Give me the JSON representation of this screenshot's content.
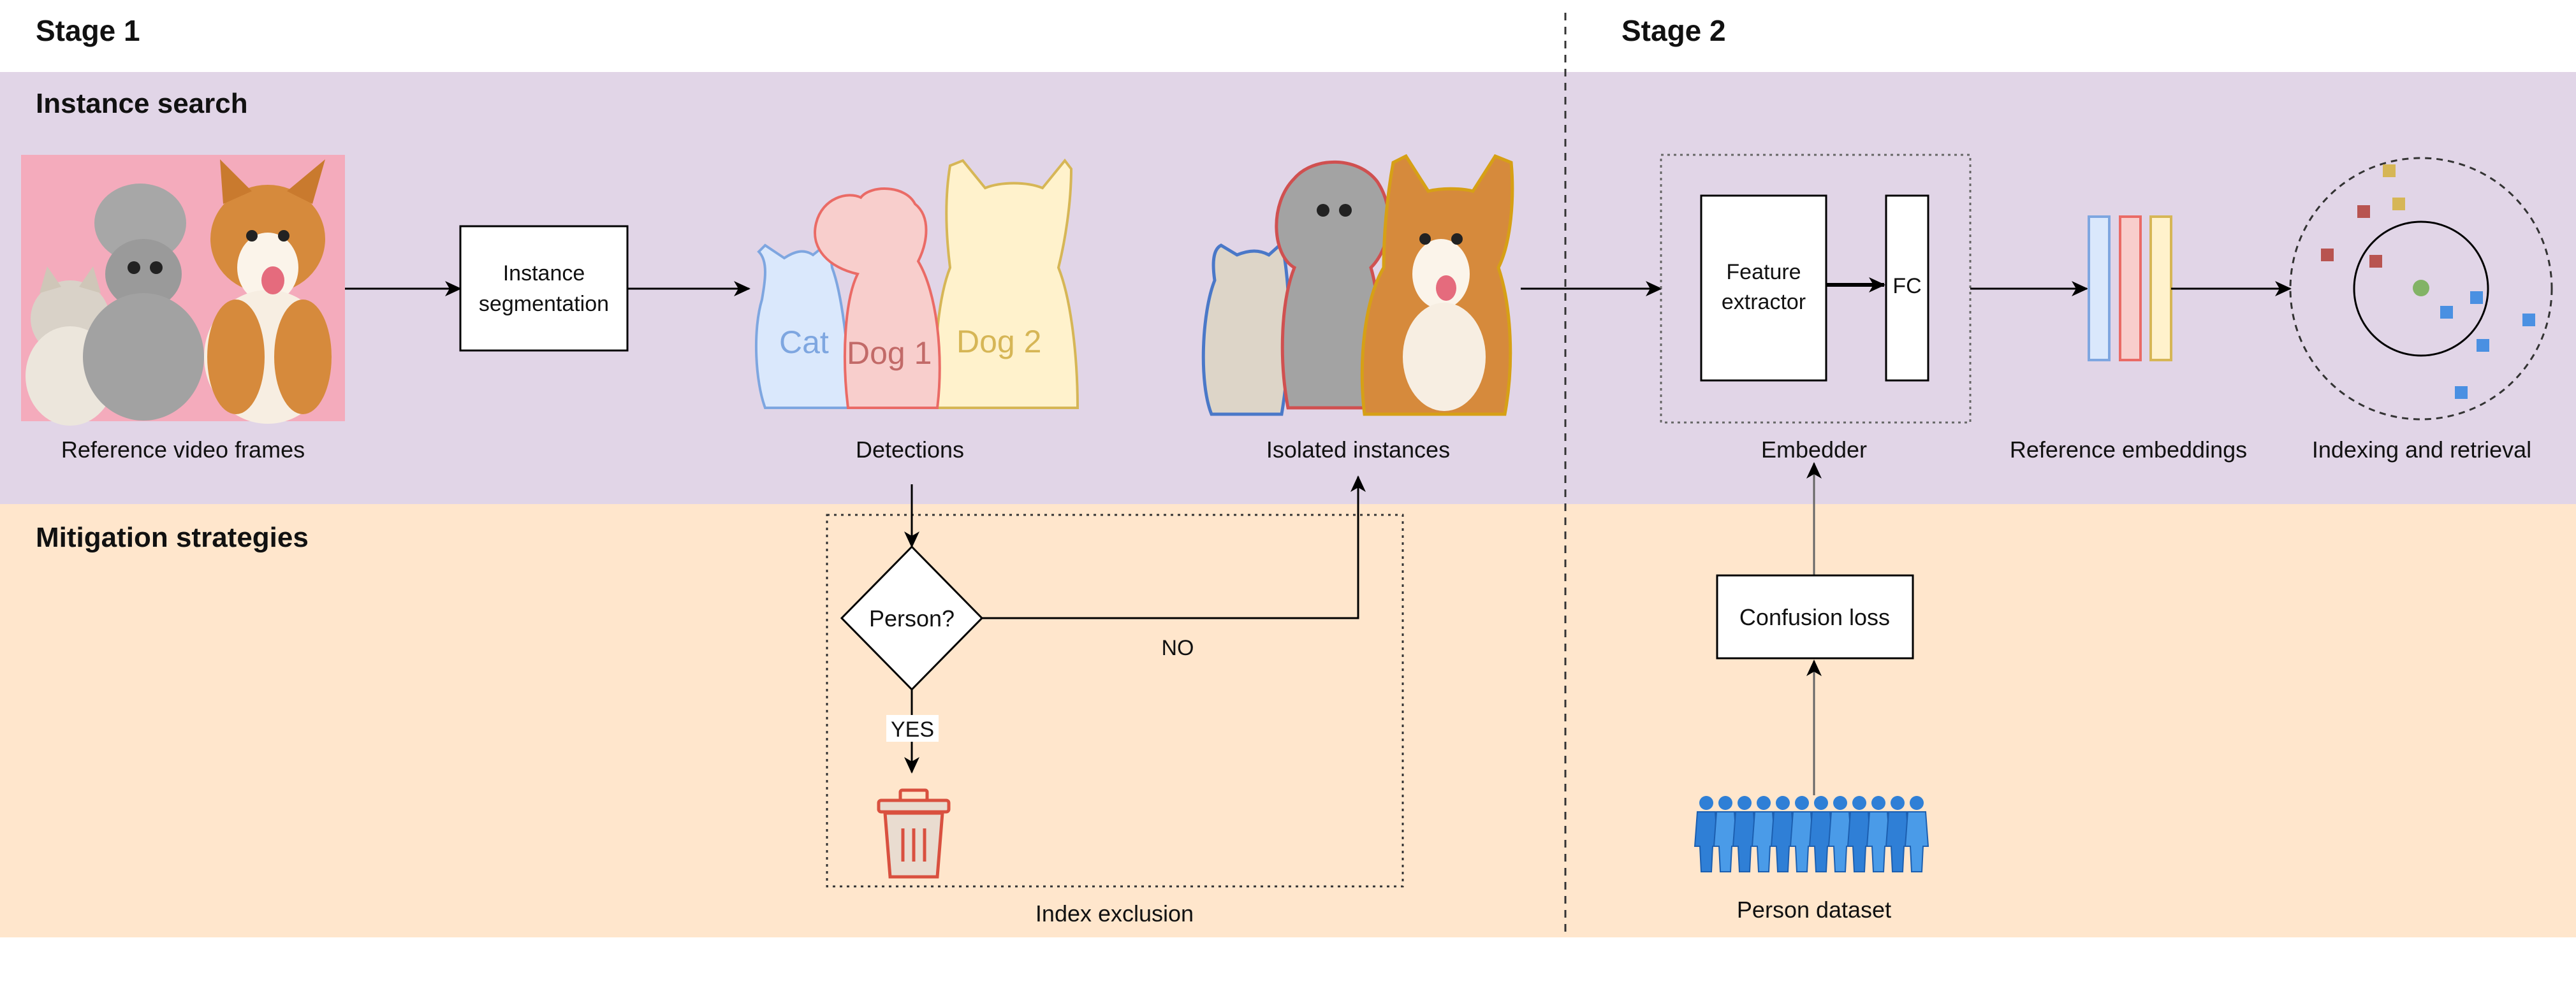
{
  "stages": {
    "stage1": "Stage 1",
    "stage2": "Stage 2"
  },
  "bands": {
    "instance_search": "Instance search",
    "mitigation": "Mitigation strategies"
  },
  "colors": {
    "band_top": "#e1d5e7",
    "band_bottom": "#ffe6cc",
    "cat": "#7ea6e0",
    "dog1": "#ea6b66",
    "dog2": "#ffd966",
    "green": "#82b366",
    "blue_pt": "#4a90e2",
    "red_pt": "#b85450",
    "yellow_pt": "#d6b656"
  },
  "nodes": {
    "ref_frames": "Reference video frames",
    "instance_seg_line1": "Instance",
    "instance_seg_line2": "segmentation",
    "detections": "Detections",
    "cat": "Cat",
    "dog1": "Dog 1",
    "dog2": "Dog 2",
    "isolated": "Isolated instances",
    "feature_line1": "Feature",
    "feature_line2": "extractor",
    "fc": "FC",
    "embedder": "Embedder",
    "ref_embeddings": "Reference embeddings",
    "indexing": "Indexing and retrieval",
    "person_q": "Person?",
    "no": "NO",
    "yes": "YES",
    "index_exclusion": "Index exclusion",
    "confusion_loss": "Confusion loss",
    "person_dataset": "Person dataset"
  },
  "icons": {
    "trash": "trash-icon",
    "people": "people-icon"
  }
}
